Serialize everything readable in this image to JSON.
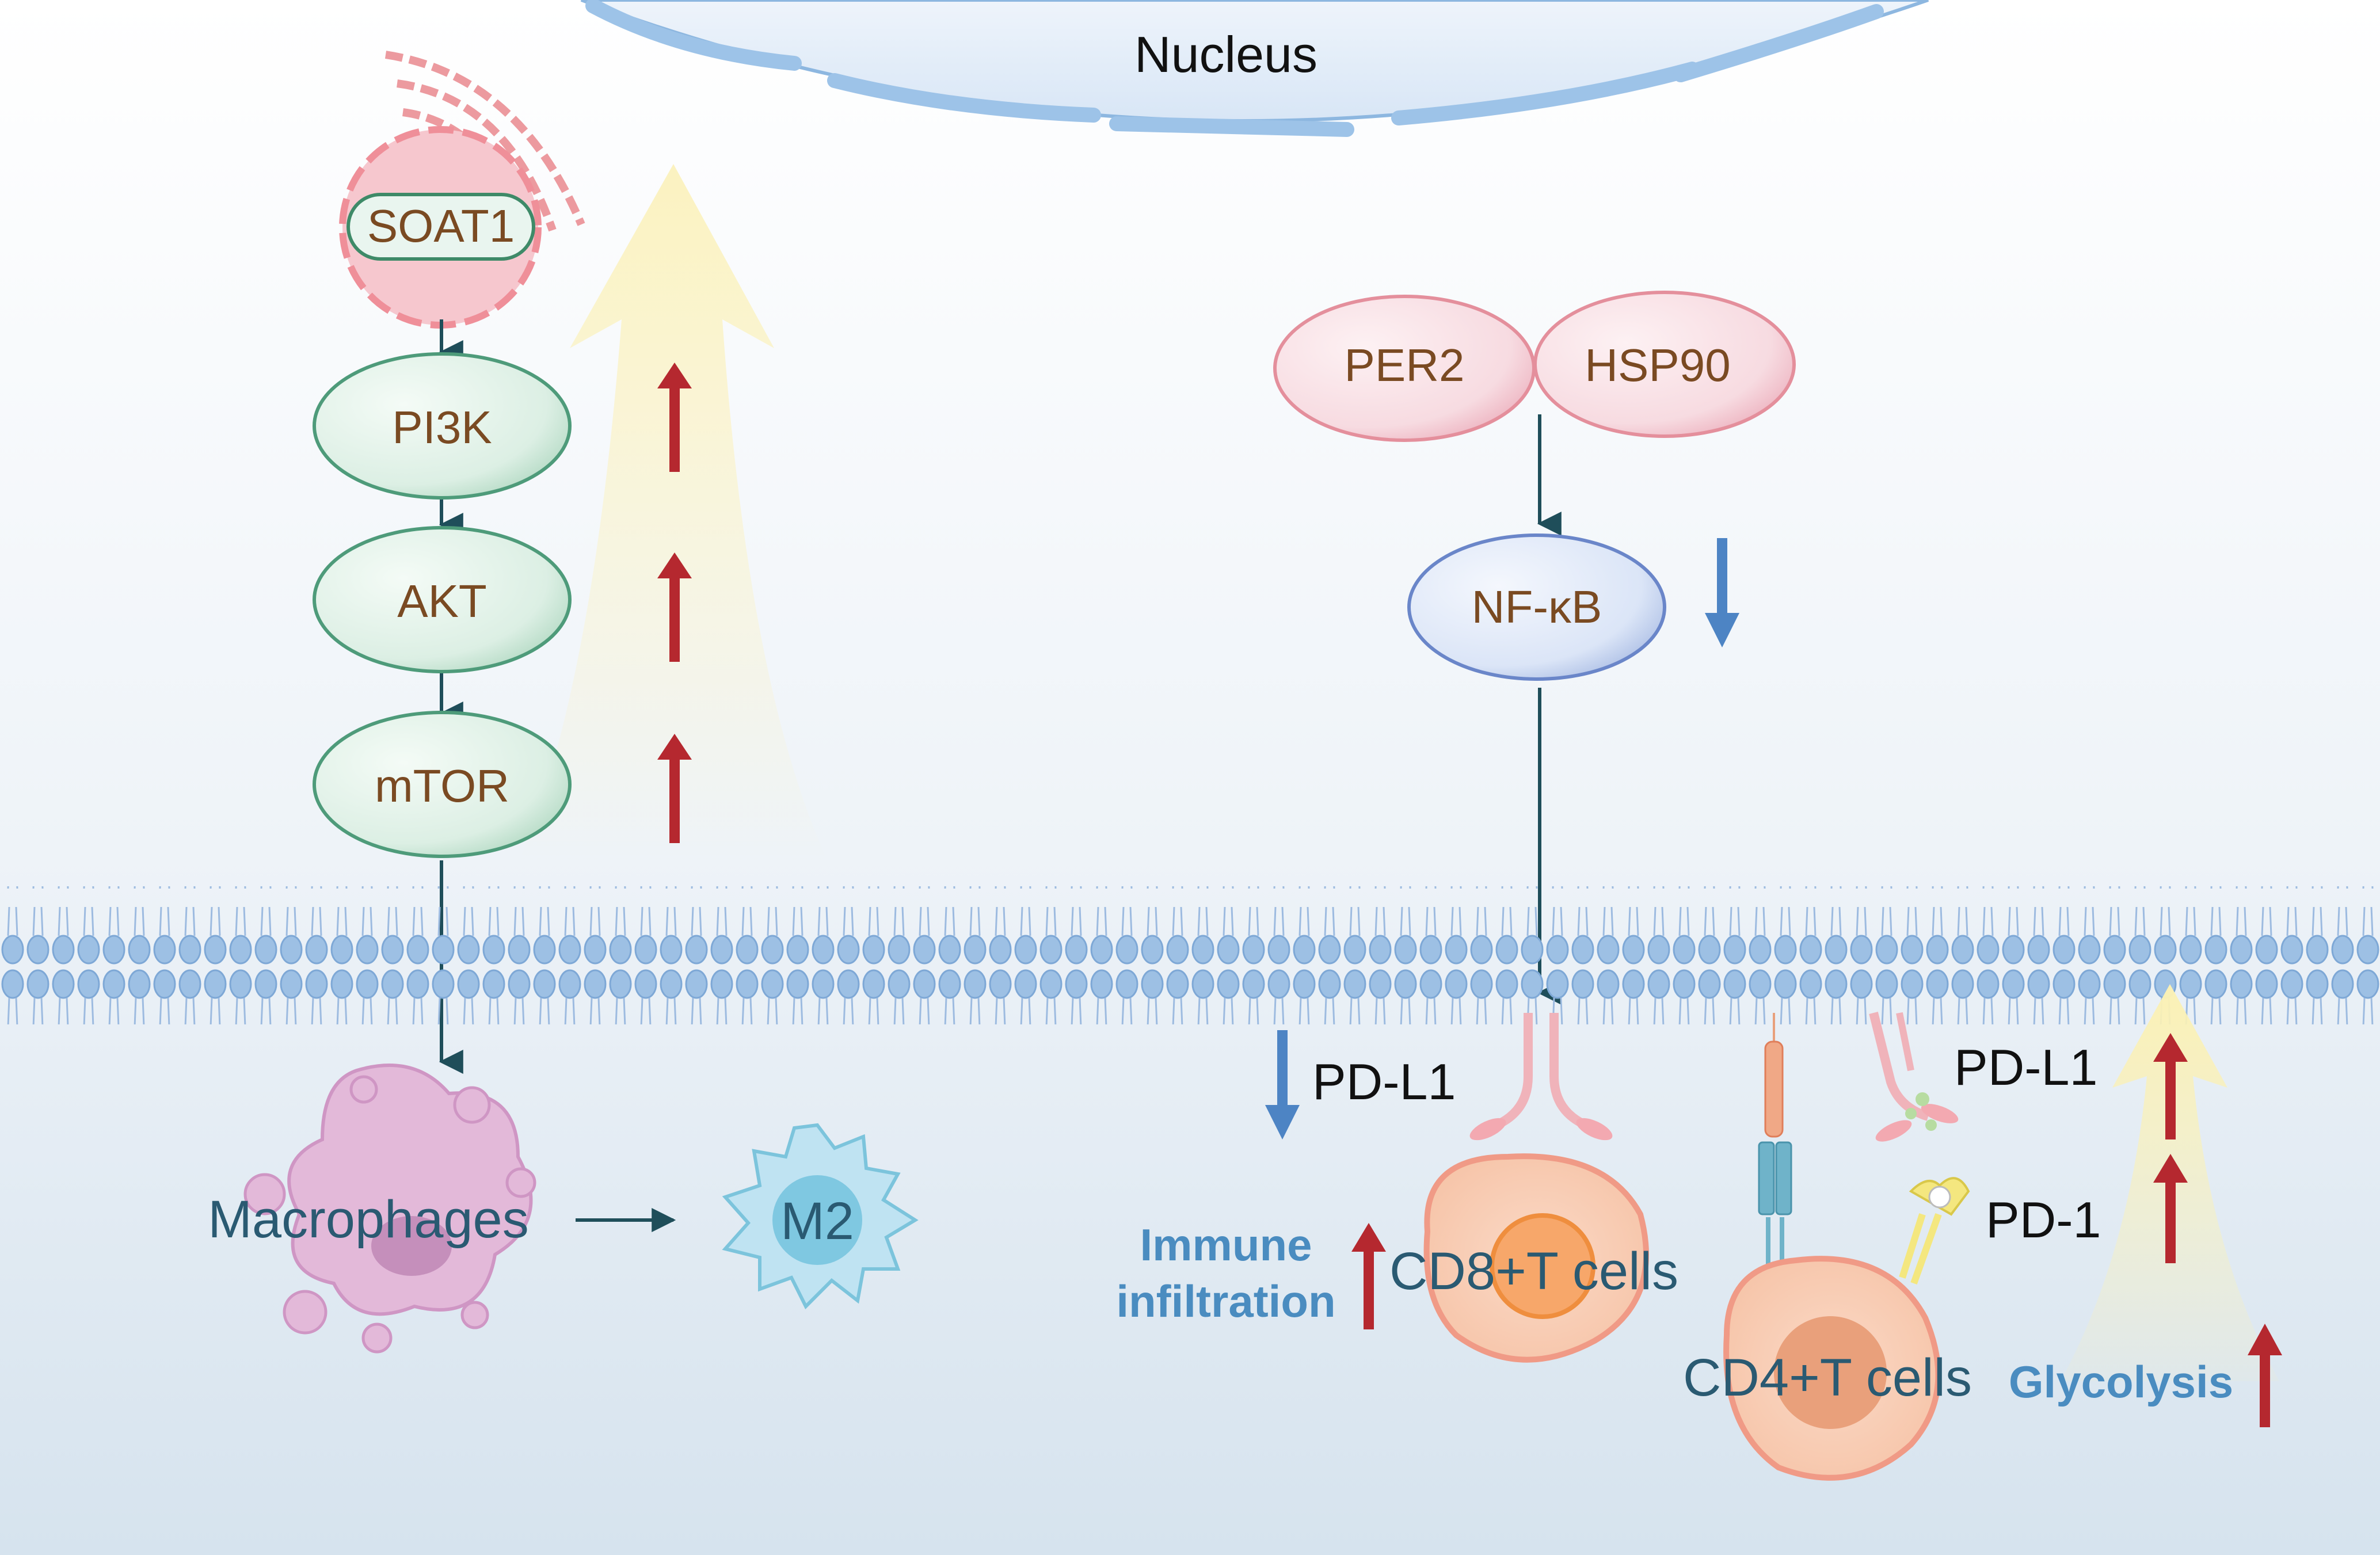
{
  "nucleus": {
    "label": "Nucleus"
  },
  "left_pathway": {
    "soat1": "SOAT1",
    "pi3k": "PI3K",
    "akt": "AKT",
    "mtor": "mTOR",
    "macrophages": "Macrophages",
    "m2": "M2"
  },
  "right_pathway": {
    "per2": "PER2",
    "hsp90": "HSP90",
    "nfkb": "NF-κB",
    "pdl1_down": "PD-L1",
    "pdl1_up": "PD-L1",
    "pd1": "PD-1",
    "immune_line1": "Immune",
    "immune_line2": "infiltration",
    "cd8": "CD8+T cells",
    "cd4": "CD4+T cells",
    "glycolysis": "Glycolysis"
  },
  "colors": {
    "up_arrow": "#b5282f",
    "down_arrow": "#4d84c4",
    "node_green": "#dcefe4",
    "node_pink": "#f7d9de",
    "node_blue": "#dbe6f7",
    "membrane": "#9dc0e4"
  }
}
